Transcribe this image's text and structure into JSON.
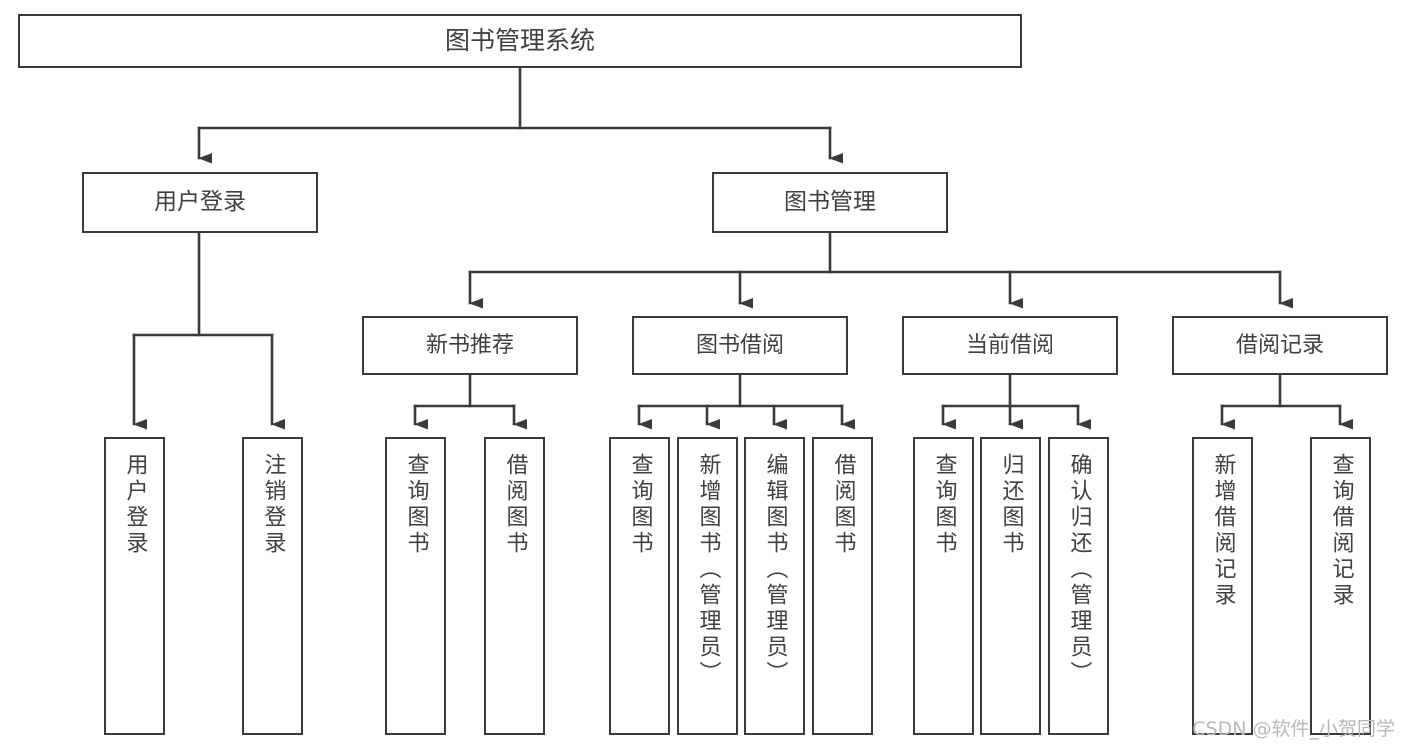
{
  "diagram": {
    "title": "图书管理系统",
    "watermark": "CSDN @软件_小贺同学",
    "line_color": "#3a3a3a",
    "text_color": "#404040",
    "background": "#ffffff",
    "root": {
      "label": "图书管理系统"
    },
    "level1": [
      {
        "label": "用户登录"
      },
      {
        "label": "图书管理"
      }
    ],
    "level2": [
      {
        "label": "新书推荐"
      },
      {
        "label": "图书借阅"
      },
      {
        "label": "当前借阅"
      },
      {
        "label": "借阅记录"
      }
    ],
    "leaves": {
      "user_login": [
        {
          "label": "用户登录"
        },
        {
          "label": "注销登录"
        }
      ],
      "new_book_recommend": [
        {
          "label": "查询图书"
        },
        {
          "label": "借阅图书"
        }
      ],
      "book_borrow": [
        {
          "label": "查询图书"
        },
        {
          "label": "新增图书（管理员）"
        },
        {
          "label": "编辑图书（管理员）"
        },
        {
          "label": "借阅图书"
        }
      ],
      "current_borrow": [
        {
          "label": "查询图书"
        },
        {
          "label": "归还图书"
        },
        {
          "label": "确认归还（管理员）"
        }
      ],
      "borrow_record": [
        {
          "label": "新增借阅记录"
        },
        {
          "label": "查询借阅记录"
        }
      ]
    }
  }
}
